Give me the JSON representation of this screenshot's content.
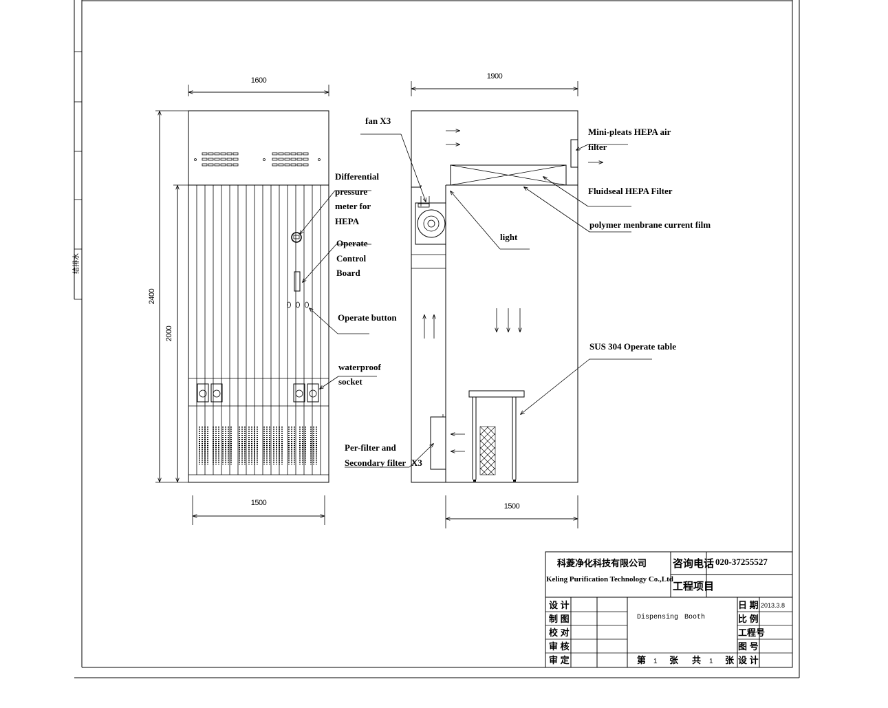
{
  "dimensions": {
    "front_width_top": "1600",
    "side_width_top": "1900",
    "height_total": "2400",
    "height_inner": "2000",
    "front_width_bottom": "1500",
    "side_width_bottom": "1500"
  },
  "labels": {
    "fan": "fan X3",
    "mini_pleats_1": "Mini-pleats HEPA air",
    "mini_pleats_2": "filter",
    "fluidseal": "Fluidseal HEPA Filter",
    "polymer": "polymer menbrane current film",
    "light": "light",
    "diff_1": "Differential",
    "diff_2": "pressure",
    "diff_3": "meter for",
    "diff_4": "HEPA",
    "ocb_1": "Operate",
    "ocb_2": "Control",
    "ocb_3": "Board",
    "operate_button": "Operate button",
    "socket_1": "waterproof",
    "socket_2": "socket",
    "sus_table": "SUS 304 Operate table",
    "prefilter_1": "Per-filter and",
    "prefilter_2": "Secondary filter",
    "prefilter_x3": "X3"
  },
  "title_block": {
    "company_cn": "科菱净化科技有限公司",
    "company_en": "Keling Purification Technology Co.,Ltd",
    "hotline_label": "咨询电话",
    "hotline": "020-37255527",
    "project_label": "工程项目",
    "roles": [
      "设 计",
      "制 图",
      "校 对",
      "审 核",
      "审 定"
    ],
    "drawing_name_1": "Dispensing",
    "drawing_name_2": "Booth",
    "sheet_prefix": "第",
    "sheet_no": "1",
    "sheet_unit": "张",
    "total_prefix": "共",
    "total_no": "1",
    "total_unit": "张",
    "date_label": "日 期",
    "date_value": "2013.3.8",
    "scale_label": "比 例",
    "project_no_label": "工程号",
    "drawing_no_label": "图 号",
    "design_label": "设 计"
  },
  "margin_note": "给排水"
}
